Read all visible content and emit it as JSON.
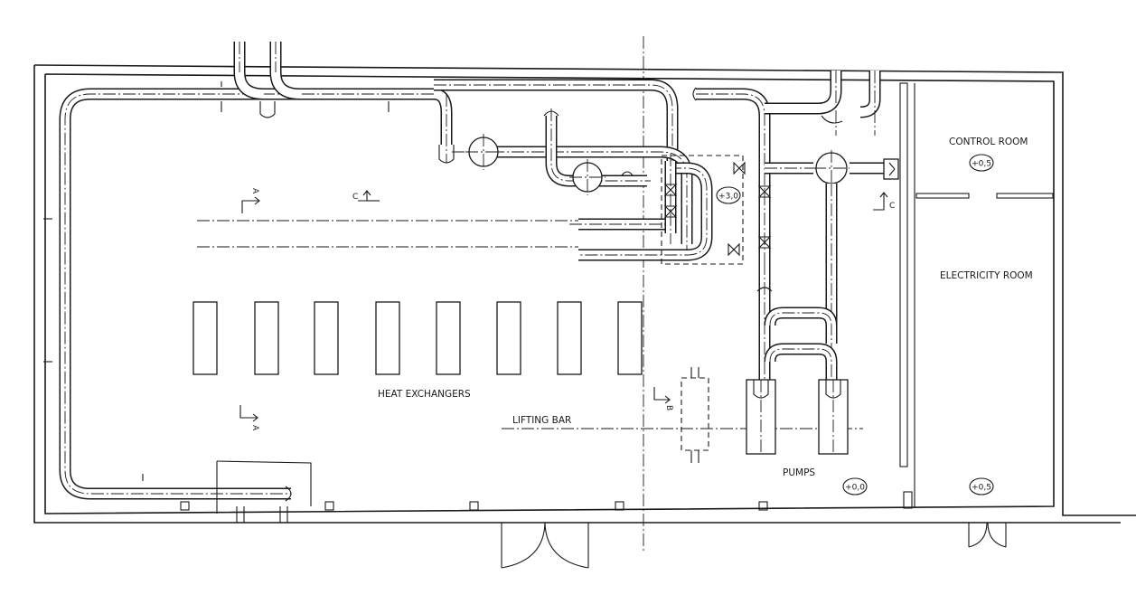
{
  "rooms": {
    "control_room": "CONTROL ROOM",
    "electricity_room": "ELECTRICITY ROOM",
    "heat_exchangers": "HEAT EXCHANGERS",
    "lifting_bar": "LIFTING BAR",
    "pumps": "PUMPS"
  },
  "elevations": {
    "control_room": "+0,5",
    "valve_platform": "+3,0",
    "pumps": "+0,0",
    "electricity_room": "+0,5"
  },
  "section_marks": {
    "a_top": "A",
    "a_bottom": "A",
    "b": "B",
    "c_left": "C",
    "c_right": "C"
  },
  "heat_exchanger_count": 8,
  "pump_count": 2
}
